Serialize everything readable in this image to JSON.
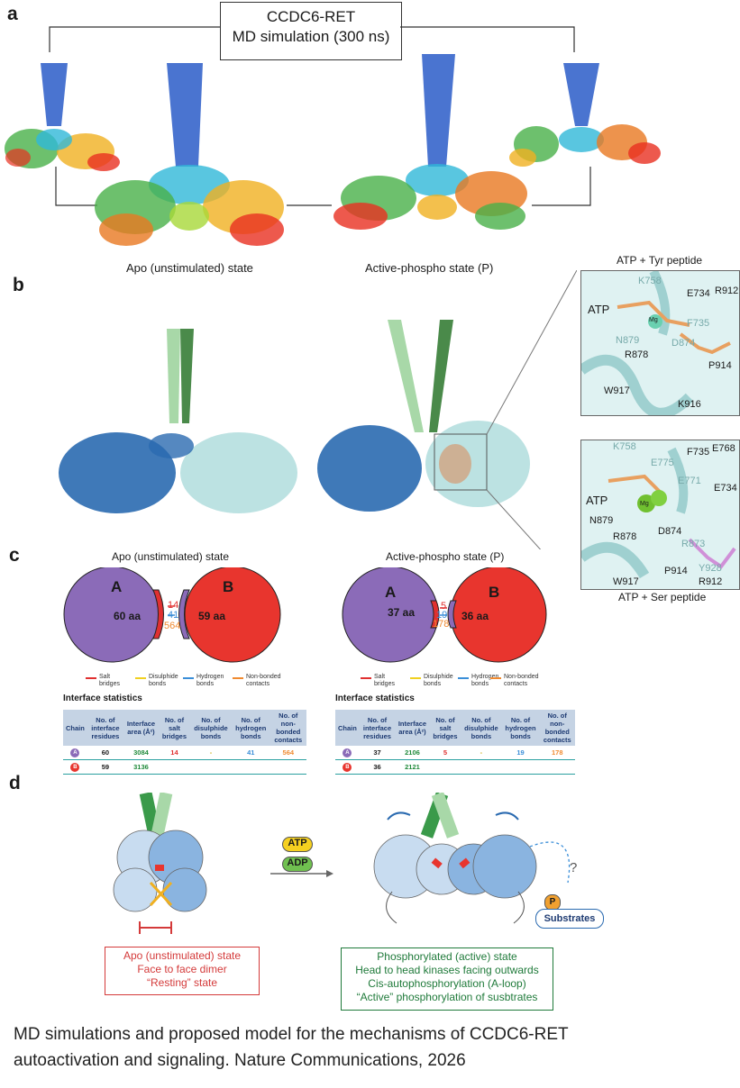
{
  "panels": {
    "a": "a",
    "b": "b",
    "c": "c",
    "d": "d"
  },
  "panel_a": {
    "title_line1": "CCDC6-RET",
    "title_line2": "MD simulation (300 ns)",
    "label_apo": "Apo (unstimulated) state",
    "label_active": "Active-phospho state  (P)"
  },
  "panel_b": {
    "inset1_title": "ATP + Tyr peptide",
    "inset1_residues": [
      "K758",
      "E734",
      "R912",
      "ATP",
      "Mg",
      "F735",
      "N879",
      "D874",
      "R878",
      "P914",
      "W917",
      "K916"
    ],
    "inset2_title": "ATP + Ser peptide",
    "inset2_residues": [
      "K758",
      "F735",
      "E768",
      "E775",
      "E771",
      "E734",
      "ATP",
      "Mg",
      "N879",
      "D874",
      "R878",
      "R873",
      "P914",
      "Y928",
      "W917",
      "R912"
    ]
  },
  "panel_c": {
    "apo_title": "Apo (unstimulated) state",
    "active_title": "Active-phospho state  (P)",
    "apo": {
      "A": "A",
      "B": "B",
      "a_res": "60 aa",
      "b_res": "59 aa",
      "salt": "14",
      "hbond": "41",
      "nonbond": "564"
    },
    "active": {
      "A": "A",
      "B": "B",
      "a_res": "37 aa",
      "b_res": "36 aa",
      "salt": "5",
      "hbond": "19",
      "nonbond": "178"
    },
    "legend": {
      "salt": "Salt bridges",
      "disulphide": "Disulphide bonds",
      "hbond": "Hydrogen bonds",
      "nonbond": "Non-bonded contacts"
    },
    "stats_title": "Interface statistics",
    "headers": [
      "Chain",
      "No. of interface residues",
      "Interface area (Å²)",
      "No. of salt bridges",
      "No. of disulphide bonds",
      "No. of hydrogen bonds",
      "No. of non-bonded contacts"
    ],
    "apo_rows": [
      [
        "A",
        "60",
        "3084",
        "14",
        "-",
        "41",
        "564"
      ],
      [
        "B",
        "59",
        "3136",
        "",
        "",
        "",
        ""
      ]
    ],
    "active_rows": [
      [
        "A",
        "37",
        "2106",
        "5",
        "-",
        "19",
        "178"
      ],
      [
        "B",
        "36",
        "2121",
        "",
        "",
        "",
        ""
      ]
    ]
  },
  "panel_d": {
    "atp": "ATP",
    "adp": "ADP",
    "p": "P",
    "question": "?",
    "substrates": "Substrates",
    "apo_box": [
      "Apo (unstimulated) state",
      "Face to face dimer",
      "“Resting” state"
    ],
    "active_box": [
      "Phosphorylated (active) state",
      "Head to head kinases facing outwards",
      "Cis-autophosphorylation (A-loop)",
      "“Active” phosphorylation of susbtrates"
    ]
  },
  "caption": {
    "line1": "MD simulations and proposed model for the mechanisms of CCDC6-RET",
    "line2": "autoactivation and signaling. Nature Communications, 2026"
  },
  "colors": {
    "chainA": "#8b6bb8",
    "chainB": "#e8352e",
    "salt": "#e03030",
    "disulphide": "#f0d020",
    "hbond": "#3a8ed8",
    "nonbond": "#f08a30",
    "teal": "#2aa0a0",
    "darkblue": "#2a6ab0",
    "green": "#3a9a4a"
  }
}
